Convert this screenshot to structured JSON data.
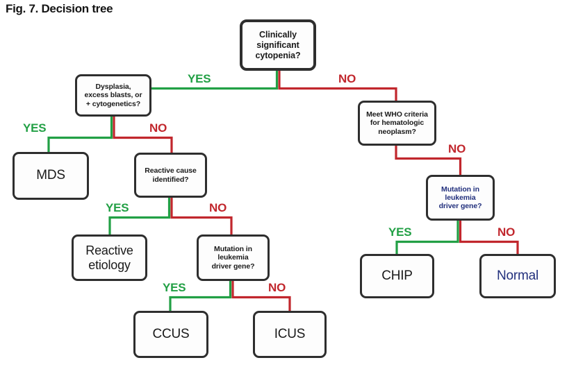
{
  "figure": {
    "title": "Fig. 7. Decision tree",
    "type": "decision-tree-flowchart"
  },
  "colors": {
    "yes_green": "#22a045",
    "no_red": "#c1272d",
    "box_border": "#2e2e2e",
    "text_black": "#1a1a1a",
    "text_blue": "#22307d",
    "background": "#ffffff"
  },
  "nodes": {
    "root": {
      "label": "Clinically significant cytopenia?",
      "lines": [
        "Clinically",
        "significant",
        "cytopenia?"
      ],
      "kind": "decision",
      "color": "black"
    },
    "dysplasia": {
      "label": "Dysplasia, excess blasts, or + cytogenetics?",
      "lines": [
        "Dysplasia,",
        "excess blasts, or",
        "+ cytogenetics?"
      ],
      "kind": "decision",
      "color": "black"
    },
    "mds": {
      "label": "MDS",
      "lines": [
        "MDS"
      ],
      "kind": "terminal",
      "color": "black"
    },
    "reactive_cause": {
      "label": "Reactive cause identified?",
      "lines": [
        "Reactive cause",
        "identified?"
      ],
      "kind": "decision",
      "color": "black"
    },
    "reactive_etiology": {
      "label": "Reactive etiology",
      "lines": [
        "Reactive",
        "etiology"
      ],
      "kind": "terminal",
      "color": "black"
    },
    "mutation_left": {
      "label": "Mutation in leukemia driver gene?",
      "lines": [
        "Mutation in",
        "leukemia",
        "driver gene?"
      ],
      "kind": "decision",
      "color": "black"
    },
    "ccus": {
      "label": "CCUS",
      "lines": [
        "CCUS"
      ],
      "kind": "terminal",
      "color": "black"
    },
    "icus": {
      "label": "ICUS",
      "lines": [
        "ICUS"
      ],
      "kind": "terminal",
      "color": "black"
    },
    "who_criteria": {
      "label": "Meet WHO criteria for hematologic neoplasm?",
      "lines": [
        "Meet WHO criteria",
        "for hematologic",
        "neoplasm?"
      ],
      "kind": "decision",
      "color": "black"
    },
    "mutation_right": {
      "label": "Mutation in leukemia driver gene?",
      "lines": [
        "Mutation in",
        "leukemia",
        "driver gene?"
      ],
      "kind": "decision",
      "color": "blue"
    },
    "chip": {
      "label": "CHIP",
      "lines": [
        "CHIP"
      ],
      "kind": "terminal",
      "color": "black"
    },
    "normal": {
      "label": "Normal",
      "lines": [
        "Normal"
      ],
      "kind": "terminal",
      "color": "blue"
    }
  },
  "edges": [
    {
      "from": "root",
      "to": "dysplasia",
      "label": "YES",
      "branch": "yes"
    },
    {
      "from": "root",
      "to": "who_criteria",
      "label": "NO",
      "branch": "no"
    },
    {
      "from": "dysplasia",
      "to": "mds",
      "label": "YES",
      "branch": "yes"
    },
    {
      "from": "dysplasia",
      "to": "reactive_cause",
      "label": "NO",
      "branch": "no"
    },
    {
      "from": "reactive_cause",
      "to": "reactive_etiology",
      "label": "YES",
      "branch": "yes"
    },
    {
      "from": "reactive_cause",
      "to": "mutation_left",
      "label": "NO",
      "branch": "no"
    },
    {
      "from": "mutation_left",
      "to": "ccus",
      "label": "YES",
      "branch": "yes"
    },
    {
      "from": "mutation_left",
      "to": "icus",
      "label": "NO",
      "branch": "no"
    },
    {
      "from": "who_criteria",
      "to": "mutation_right",
      "label": "NO",
      "branch": "no"
    },
    {
      "from": "mutation_right",
      "to": "chip",
      "label": "YES",
      "branch": "yes"
    },
    {
      "from": "mutation_right",
      "to": "normal",
      "label": "NO",
      "branch": "no"
    }
  ],
  "edge_labels": {
    "root_yes": "YES",
    "root_no": "NO",
    "dysplasia_yes": "YES",
    "dysplasia_no": "NO",
    "reactive_yes": "YES",
    "reactive_no": "NO",
    "mutation_left_yes": "YES",
    "mutation_left_no": "NO",
    "who_no": "NO",
    "mutation_right_yes": "YES",
    "mutation_right_no": "NO"
  }
}
